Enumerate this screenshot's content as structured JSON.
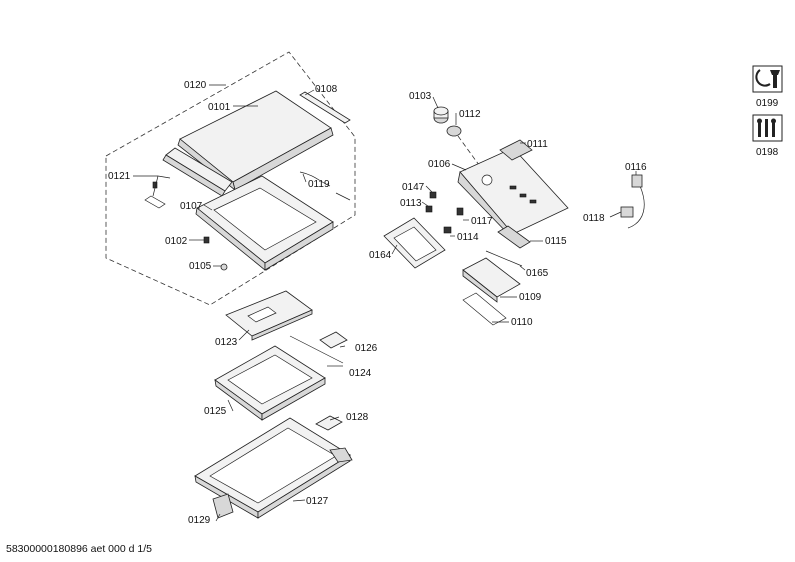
{
  "labels": {
    "p0120": "0120",
    "p0101": "0101",
    "p0108": "0108",
    "p0121": "0121",
    "p0119": "0119",
    "p0107": "0107",
    "p0102": "0102",
    "p0105": "0105",
    "p0123": "0123",
    "p0126": "0126",
    "p0124": "0124",
    "p0125": "0125",
    "p0128": "0128",
    "p0127": "0127",
    "p0129": "0129",
    "p0103": "0103",
    "p0112": "0112",
    "p0111": "0111",
    "p0106": "0106",
    "p0147": "0147",
    "p0113": "0113",
    "p0117": "0117",
    "p0114": "0114",
    "p0164": "0164",
    "p0115": "0115",
    "p0165": "0165",
    "p0109": "0109",
    "p0110": "0110",
    "p0116": "0116",
    "p0118": "0118",
    "p0199": "0199",
    "p0198": "0198"
  },
  "legend_icons": [
    {
      "name": "wrench-icon",
      "label": "0199"
    },
    {
      "name": "tools-icon",
      "label": "0198"
    }
  ],
  "footer": "58300000180896 aet 000 d 1/5"
}
